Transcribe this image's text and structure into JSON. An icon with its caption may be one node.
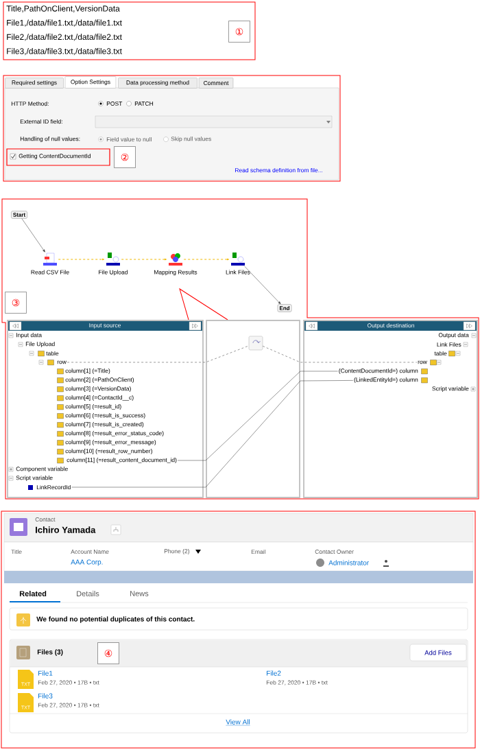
{
  "diagram": {
    "nodes": [
      {
        "text": [
          "Start"
        ]
      },
      {
        "text": [
          "Read CSV File"
        ]
      },
      {
        "text": [
          "File Upload"
        ]
      },
      {
        "text": [
          "Mapping Results"
        ]
      },
      {
        "text": [
          "Link Files"
        ]
      },
      {
        "text": [
          "End"
        ]
      },
      {
        "text": [],
        "shape": "picture"
      },
      {
        "text": [
          "row"
        ]
      },
      {
        "text": [
          "column[11] (=result_content_document_id)"
        ]
      },
      {
        "text": [
          "LinkRecordId"
        ]
      },
      {
        "text": [
          "row"
        ]
      },
      {
        "text": [
          "(ContentDocumentId=) column"
        ]
      },
      {
        "text": [
          "(LinkedEntityId=) column"
        ]
      }
    ],
    "edges": [
      {
        "from": 0,
        "to": 1,
        "arrow": "to"
      },
      {
        "from": 1,
        "to": 2,
        "arrow": "to",
        "style": "dashed",
        "color": "#f0b800"
      },
      {
        "from": 2,
        "to": 3,
        "arrow": "to",
        "style": "dashed",
        "color": "#f0b800"
      },
      {
        "from": 3,
        "to": 4,
        "arrow": "to",
        "style": "dashed",
        "color": "#f0b800"
      },
      {
        "from": 4,
        "to": 5,
        "arrow": "to"
      },
      {
        "from": 7,
        "to": 6,
        "arrow": "none",
        "style": "dashed"
      },
      {
        "from": 6,
        "to": 10,
        "arrow": "none",
        "style": "dashed"
      },
      {
        "from": 8,
        "to": 11,
        "arrow": "none"
      },
      {
        "from": 9,
        "to": 12,
        "arrow": "none"
      }
    ],
    "labels": [
      "Title,PathOnClient,VersionData",
      "File1,/data/file1.txt,/data/file1.txt",
      "File2,/data/file2.txt,/data/file2.txt",
      "File3,/data/file3.txt,/data/file3.txt",
      "①",
      "Required settings",
      "Option Settings",
      "Data processing method",
      "Comment",
      "HTTP Method:",
      "POST",
      "PATCH",
      "External ID field:",
      "Handling of null values:",
      "Field value to null",
      "Skip null values",
      "Getting ContentDocumentId",
      "②",
      "Read schema definition from file...",
      "③",
      "Input source",
      "Output destination",
      "Input data",
      "File Upload",
      "table",
      "column[1] (=Title)",
      "column[2] (=PathOnClient)",
      "column[3] (=VersionData)",
      "column[4] (=ContactId__c)",
      "column[5] (=result_id)",
      "column[6] (=result_is_success)",
      "column[7] (=result_is_created)",
      "column[8] (=result_error_status_code)",
      "column[9] (=result_error_message)",
      "column[10] (=result_row_number)",
      "Component variable",
      "Script variable",
      "Output data",
      "Link Files",
      "table",
      "Script variable",
      "Contact",
      "Ichiro Yamada",
      "Title",
      "Account Name",
      "Phone (2)",
      "Email",
      "Contact Owner",
      "AAA Corp.",
      "Administrator",
      "Related",
      "Details",
      "News",
      "We found no potential duplicates of this contact.",
      "Files (3)",
      "④",
      "Add Files",
      "TXT",
      "File1",
      "Feb 27, 2020 • 17B • txt",
      "File2",
      "Feb 27, 2020 • 17B • txt",
      "TXT",
      "File3",
      "Feb 27, 2020 • 17B • txt",
      "View All"
    ]
  }
}
